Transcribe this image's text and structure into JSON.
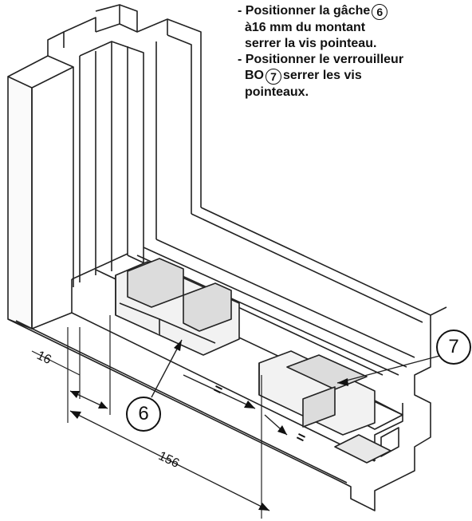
{
  "instructions": {
    "step1": {
      "prefix": "- Positionner la gâche",
      "ref": "6",
      "line2": "à16 mm  du montant",
      "line3": "serrer la vis pointeau."
    },
    "step2": {
      "prefix": "- Positionner le verrouilleur",
      "line2_start": "BO",
      "ref": "7",
      "line2_end": "serrer les vis",
      "line3": "pointeaux."
    }
  },
  "callouts": {
    "part6": "6",
    "part7": "7"
  },
  "dimensions": {
    "left_offset": "16",
    "length": "156",
    "equal_left": "=",
    "equal_right": "="
  }
}
